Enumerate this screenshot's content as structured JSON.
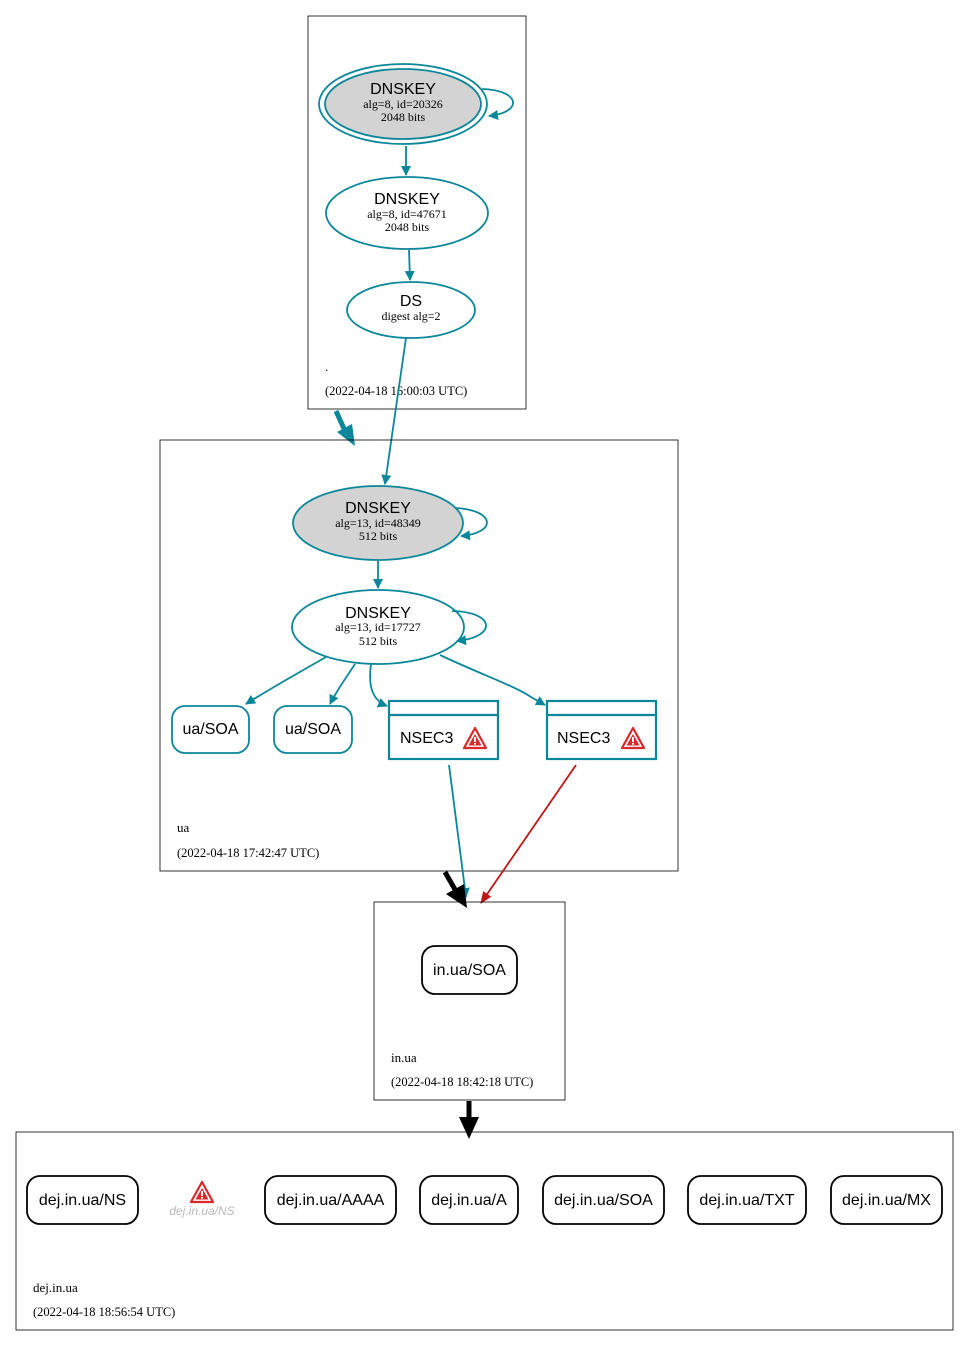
{
  "colors": {
    "teal": "#0a879a",
    "red": "#be1515",
    "black": "#000000",
    "key_fill": "#d3d3d3",
    "ghost": "#b8b8b8",
    "warn_red": "#d92a2a"
  },
  "zones": {
    "root": {
      "name": ".",
      "time": "(2022-04-18 16:00:03 UTC)"
    },
    "ua": {
      "name": "ua",
      "time": "(2022-04-18 17:42:47 UTC)"
    },
    "in_ua": {
      "name": "in.ua",
      "time": "(2022-04-18 18:42:18 UTC)"
    },
    "dej": {
      "name": "dej.in.ua",
      "time": "(2022-04-18 18:56:54 UTC)"
    }
  },
  "nodes": {
    "root_ksk": {
      "title": "DNSKEY",
      "line1": "alg=8, id=20326",
      "line2": "2048 bits"
    },
    "root_zsk": {
      "title": "DNSKEY",
      "line1": "alg=8, id=47671",
      "line2": "2048 bits"
    },
    "root_ds": {
      "title": "DS",
      "line1": "digest alg=2"
    },
    "ua_ksk": {
      "title": "DNSKEY",
      "line1": "alg=13, id=48349",
      "line2": "512 bits"
    },
    "ua_zsk": {
      "title": "DNSKEY",
      "line1": "alg=13, id=17727",
      "line2": "512 bits"
    },
    "ua_soa_1": "ua/SOA",
    "ua_soa_2": "ua/SOA",
    "nsec3_1": "NSEC3",
    "nsec3_2": "NSEC3",
    "in_ua_soa": "in.ua/SOA",
    "dej_ns": "dej.in.ua/NS",
    "dej_ns_ghost": "dej.in.ua/NS",
    "dej_aaaa": "dej.in.ua/AAAA",
    "dej_a": "dej.in.ua/A",
    "dej_soa": "dej.in.ua/SOA",
    "dej_txt": "dej.in.ua/TXT",
    "dej_mx": "dej.in.ua/MX"
  }
}
